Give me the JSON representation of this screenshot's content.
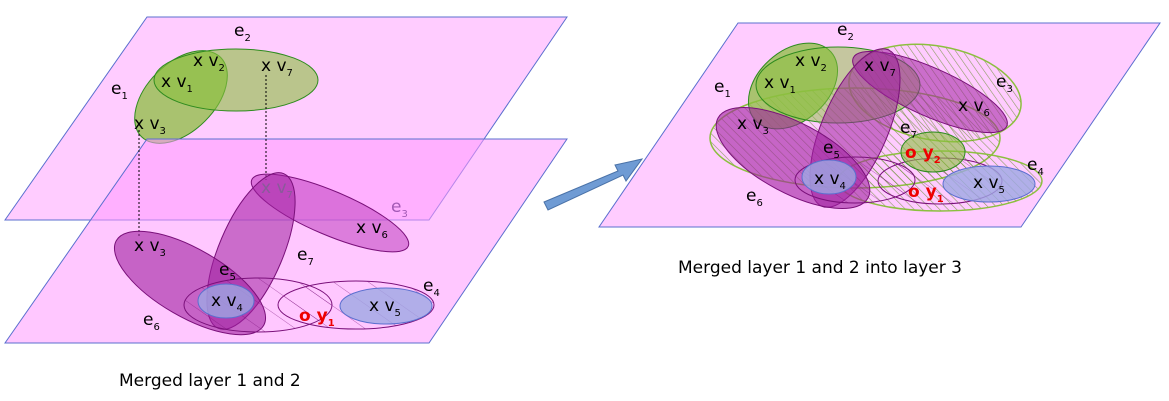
{
  "captions": {
    "left": "Merged layer 1 and 2",
    "right": "Merged layer 1 and 2 into layer 3"
  },
  "labels": {
    "e": "e",
    "v": "x v",
    "y": "o y",
    "n1": "1",
    "n2": "2",
    "n3": "3",
    "n4": "4",
    "n5": "5",
    "n6": "6",
    "n7": "7"
  },
  "colors": {
    "plane_fill": "#ffccff",
    "plane_fill_bottom": "#ff99ff",
    "plane_stroke": "#5b6fcf",
    "green_fill": "#8cbf3f",
    "green_stroke": "#2e8b1e",
    "purple_fill": "#a020a0",
    "purple_stroke": "#7a107a",
    "blue_fill": "#9da7e3",
    "arrow_fill": "#6f9bd4",
    "red_text": "#ee0000"
  },
  "icons": [
    "merge-arrow-icon"
  ]
}
